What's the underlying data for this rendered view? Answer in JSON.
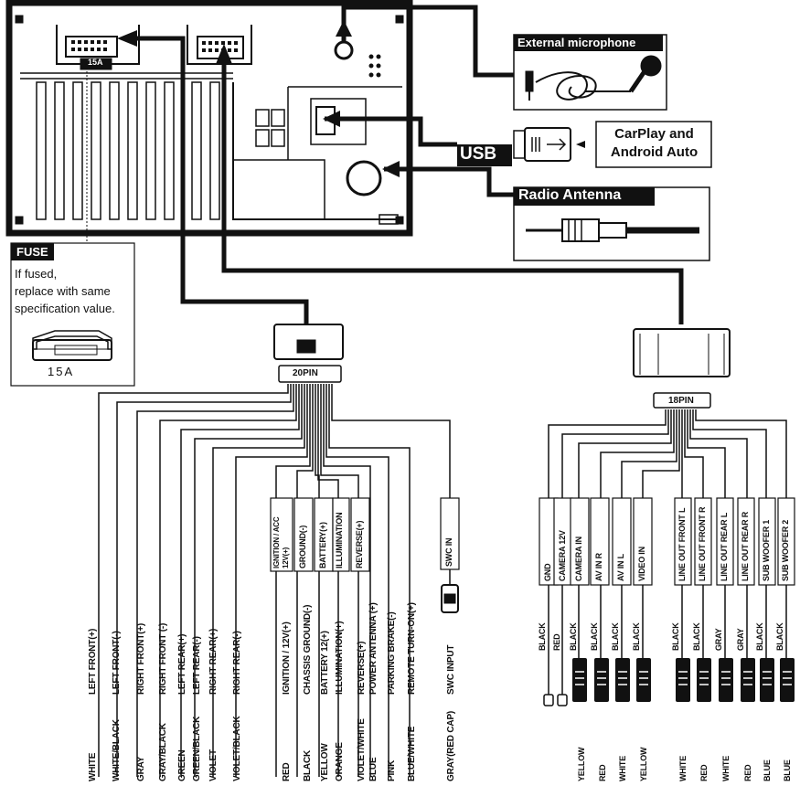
{
  "unit": {
    "fuse_rating": "15A"
  },
  "callouts": {
    "external_microphone": "External microphone",
    "usb": "USB",
    "carplay": "CarPlay and Android Auto",
    "radio_antenna": "Radio Antenna"
  },
  "fuse": {
    "title": "FUSE",
    "note_line1": "If fused,",
    "note_line2": "replace with same",
    "note_line3": "specification value.",
    "fuse_rating": "15A"
  },
  "connector_20pin": {
    "label": "20PIN",
    "tags": [
      "IGNITION / ACC 12V(+)",
      "GROUND(-)",
      "BATTERY(+)",
      "ILLUMINATION",
      "REVERSE(+)"
    ],
    "swc_tag": "SWC IN",
    "wires": [
      {
        "function": "LEFT FRONT(+)",
        "color": "WHITE"
      },
      {
        "function": "LEFT FRONT(-)",
        "color": "WHITE/BLACK"
      },
      {
        "function": "RIGHT FRONT(+)",
        "color": "GRAY"
      },
      {
        "function": "RIGHT FRONT (-)",
        "color": "GRAY/BLACK"
      },
      {
        "function": "LEFT REAR(+)",
        "color": "GREEN"
      },
      {
        "function": "LEFT REAR(-)",
        "color": "GREEN/BLACK"
      },
      {
        "function": "RIGHT REAR(+)",
        "color": "VIOLET"
      },
      {
        "function": "RIGHT REAR(-)",
        "color": "VIOLET/BLACK"
      },
      {
        "function": "IGNITION / 12V(+)",
        "color": "RED"
      },
      {
        "function": "CHASSIS GROUND(-)",
        "color": "BLACK"
      },
      {
        "function": "BATTERY 12(+)",
        "color": "YELLOW"
      },
      {
        "function": "ILLUMINATION(+)",
        "color": "ORANGE"
      },
      {
        "function": "REVERSE(+)",
        "color": "VIOLET/WHITE"
      },
      {
        "function": "POWER ANTENNA (+)",
        "color": "BLUE"
      },
      {
        "function": "PARKING BRAKE(-)",
        "color": "PINK"
      },
      {
        "function": "REMOTE TURN-ON(+)",
        "color": "BLUE/WHITE"
      },
      {
        "function": "SWC INPUT",
        "color": "GRAY(RED CAP)"
      }
    ]
  },
  "connector_18pin": {
    "label": "18PIN",
    "tags": [
      "GND",
      "CAMERA 12V",
      "CAMERA IN",
      "AV IN R",
      "AV IN L",
      "VIDEO IN",
      "LINE OUT FRONT L",
      "LINE OUT FRONT R",
      "LINE OUT REAR L",
      "LINE OUT REAR R",
      "SUB WOOFER 1",
      "SUB WOOFER 2"
    ],
    "wire_colors": [
      "BLACK",
      "RED",
      "BLACK",
      "BLACK",
      "BLACK",
      "BLACK",
      "BLACK",
      "BLACK",
      "GRAY",
      "GRAY",
      "BLACK",
      "BLACK"
    ],
    "plug_colors": [
      "YELLOW",
      "RED",
      "WHITE",
      "YELLOW",
      "WHITE",
      "RED",
      "WHITE",
      "RED",
      "BLUE",
      "BLUE"
    ]
  }
}
